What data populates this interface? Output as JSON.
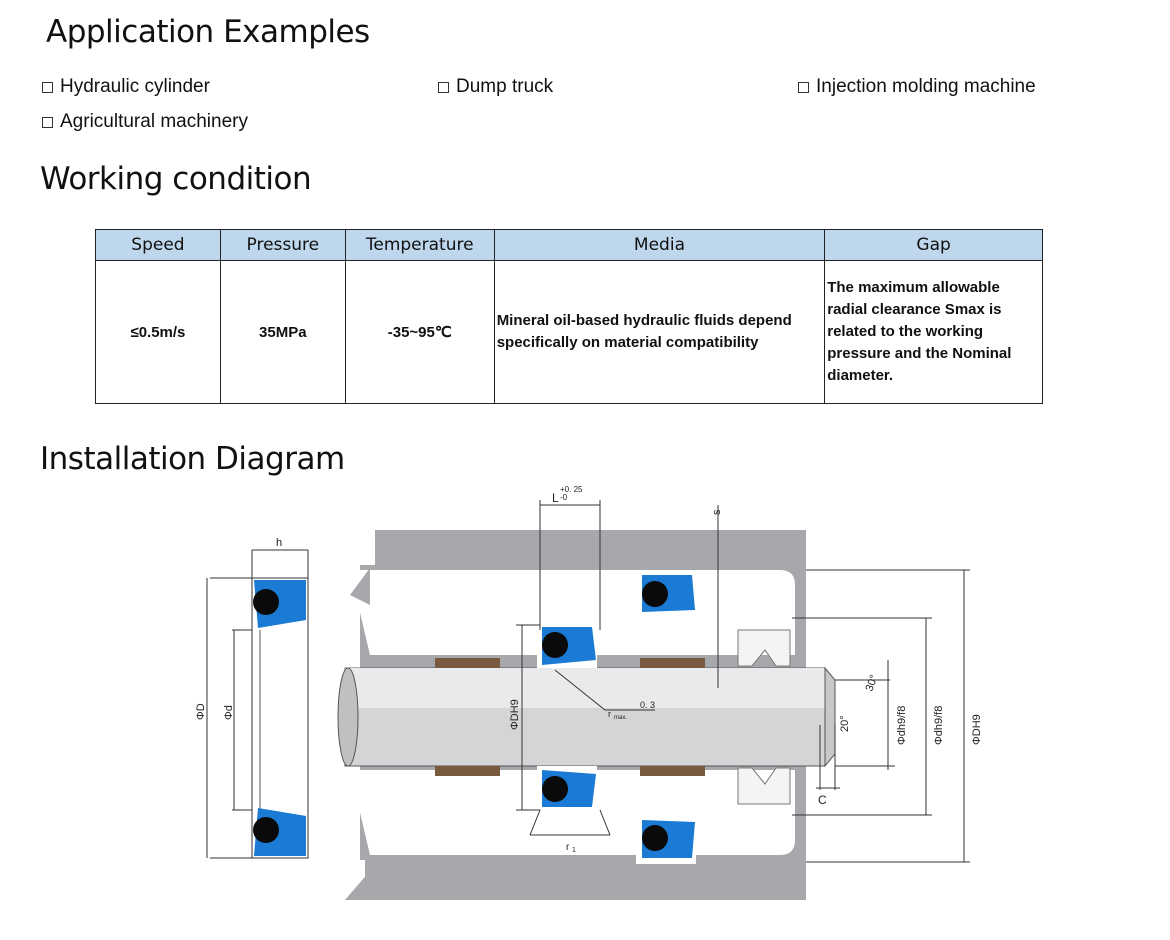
{
  "sections": {
    "applications_title": "Application Examples",
    "working_title": "Working condition",
    "install_title": "Installation Diagram"
  },
  "applications": [
    "Hydraulic cylinder",
    "Dump truck",
    "Injection molding machine",
    "Agricultural machinery"
  ],
  "table": {
    "headers": [
      "Speed",
      "Pressure",
      "Temperature",
      "Media",
      "Gap"
    ],
    "row": [
      "≤0.5m/s",
      "35MPa",
      "-35~95℃",
      "Mineral oil-based hydraulic fluids depend specifically on material compatibility",
      "The maximum allowable radial clearance Smax is related to the working pressure and the Nominal diameter."
    ]
  },
  "diagram_labels": {
    "h": "h",
    "D": "ΦD",
    "d": "Φd",
    "DH9": "ΦDH9",
    "L": "L",
    "L_tol_upper": "+0. 25",
    "L_tol_lower": "-0",
    "s": "s",
    "rmax": "r",
    "rmax_sub": "max.",
    "rmax_val": "0. 3",
    "r1": "r",
    "r1_sub": "1",
    "C": "C",
    "angle20": "20°",
    "angle30": "30°",
    "dh9f8_a": "Φdh9/f8",
    "dh9f8_b": "Φdh9/f8",
    "DH9_right": "ΦDH9"
  },
  "colors": {
    "table_header": "#bfd7ec",
    "metal": "#a7a8ab",
    "seal_blue": "#1a7ad4",
    "oring": "#0a0a0a",
    "guide_ring": "#7a5a3e"
  }
}
